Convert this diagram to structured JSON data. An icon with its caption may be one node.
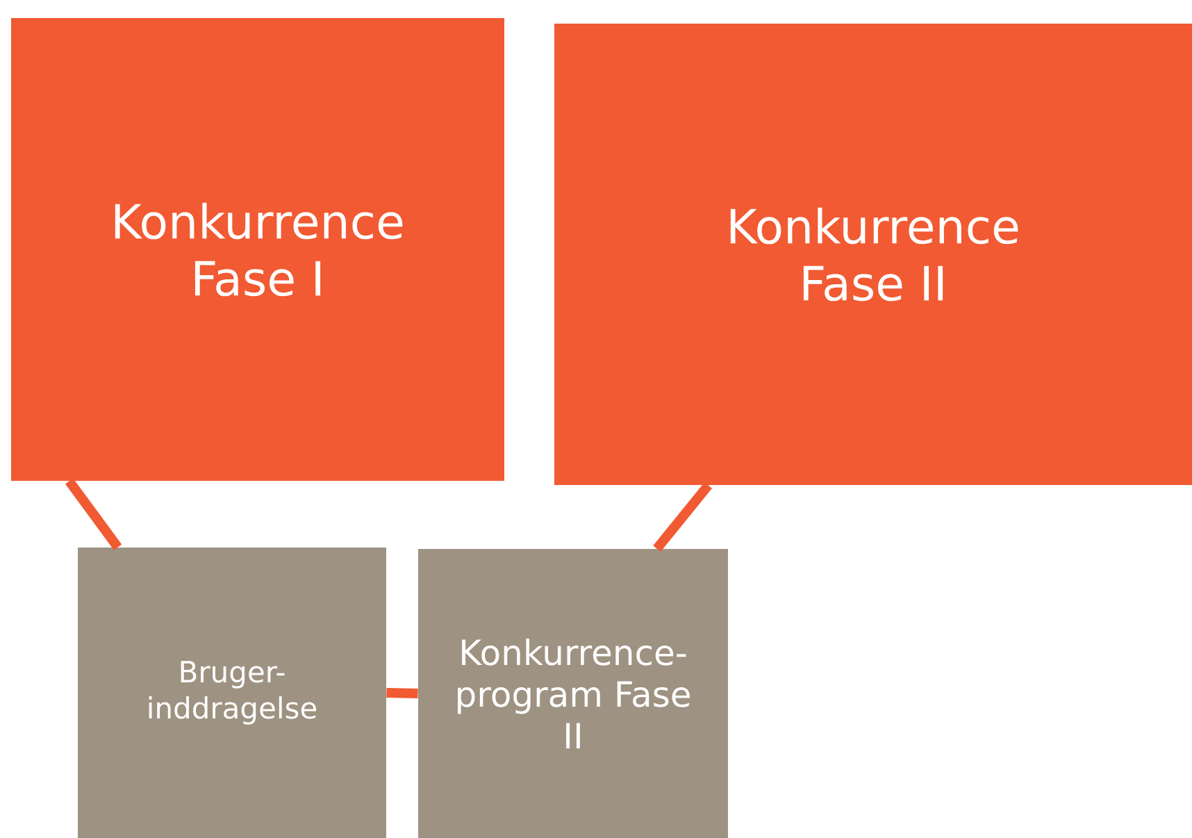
{
  "diagram": {
    "nodes": [
      {
        "text": [
          "Konkurrence Fase I"
        ]
      },
      {
        "text": [
          "Konkurrence Fase II"
        ]
      },
      {
        "text": [
          "Bruger- inddragelse"
        ]
      },
      {
        "text": [
          "Konkurrence- program Fase II"
        ]
      }
    ],
    "edges": [
      {
        "from": 0,
        "to": 2,
        "arrow": "none"
      },
      {
        "from": 2,
        "to": 3,
        "arrow": "none"
      },
      {
        "from": 3,
        "to": 1,
        "arrow": "none"
      }
    ]
  }
}
